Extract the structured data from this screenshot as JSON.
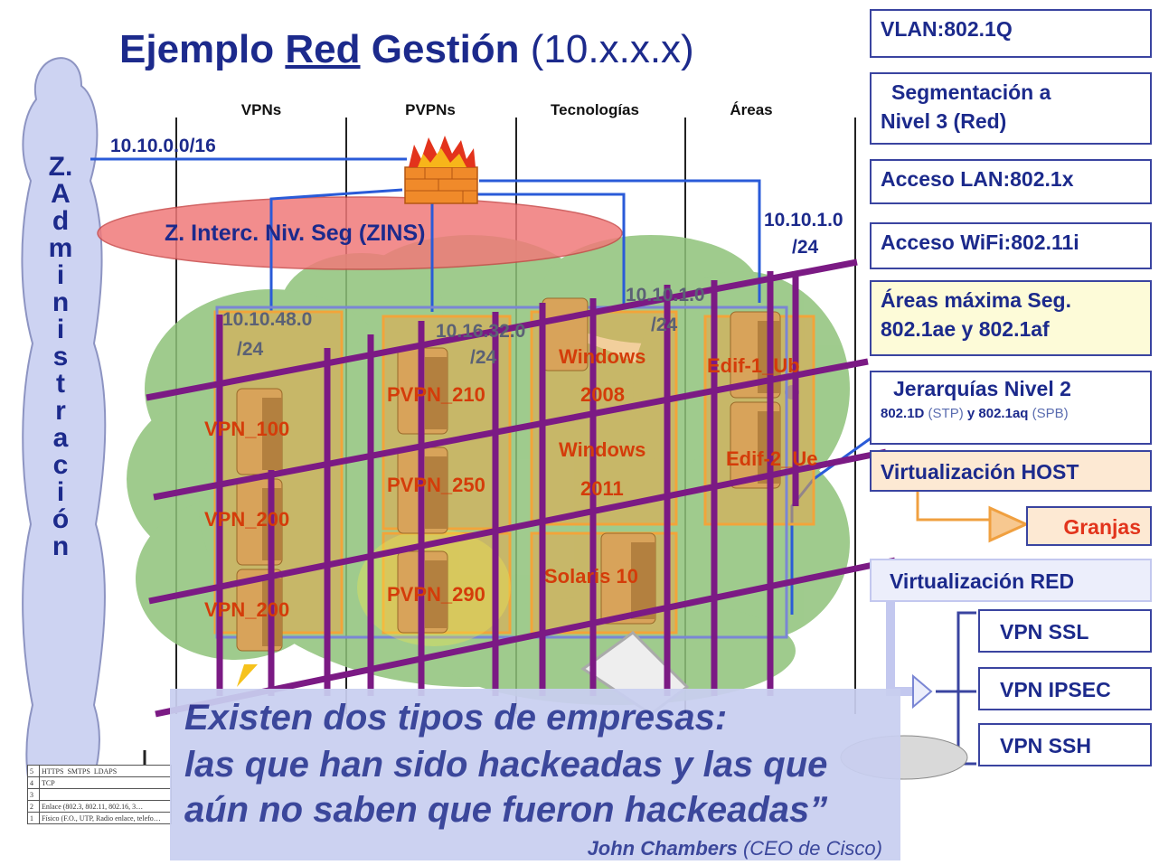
{
  "title": {
    "prefix": "Ejemplo",
    "underlined": "Red",
    "middle": "Gestión",
    "paren": "(10.x.x.x)"
  },
  "columns": [
    "VPNs",
    "PVPNs",
    "Tecnologías",
    "Áreas"
  ],
  "admin_zone": {
    "letters": [
      "Z.",
      "A",
      "d",
      "m",
      "i",
      "n",
      "i",
      "s",
      "t",
      "r",
      "a",
      "c",
      "i",
      "ó",
      "n"
    ]
  },
  "networks": {
    "main": "10.10.0.0/16",
    "zins": "Z. Interc. Niv. Seg (ZINS)",
    "areas_net_a": "10.10.1.0",
    "areas_net_b": "/24",
    "vpn_net_a": "10.10.48.0",
    "vpn_net_b": "/24",
    "pvpn_net_a": "10.16.32.0",
    "pvpn_net_b": "/24",
    "tech_net_a": "10.10.1.0",
    "tech_net_b": "/24"
  },
  "servers": [
    "VPN_100",
    "VPN_200",
    "VPN_200",
    "PVPN_210",
    "PVPN_250",
    "PVPN_290",
    "Windows",
    "2008",
    "Windows",
    "2011",
    "Solaris 10",
    "Edif-1_Ub",
    "Edif-2_Ue"
  ],
  "right_panel": {
    "vlan": "VLAN:802.1Q",
    "seg_a": "Segmentación a",
    "seg_b": "Nivel 3 (Red)",
    "lan": "Acceso LAN:802.1x",
    "wifi": "Acceso WiFi:802.11i",
    "areas_a": "Áreas máxima Seg.",
    "areas_b": "802.1ae y 802.1af",
    "jer_title": "Jerarquías Nivel 2",
    "jer_1": "802.1D",
    "jer_2": "(STP)",
    "jer_3": "y",
    "jer_4": "802.1aq",
    "jer_5": "(SPB)",
    "virt_host": "Virtualización HOST",
    "granjas": "Granjas",
    "virt_red": "Virtualización RED",
    "vpn_ssl": "VPN SSL",
    "vpn_ipsec": "VPN IPSEC",
    "vpn_ssh": "VPN SSH"
  },
  "quote": {
    "line1": "Existen dos tipos de empresas:",
    "line2": "las que han sido hackeadas y las que",
    "line3": "aún no saben que fueron hackeadas”",
    "author": "John Chambers",
    "role": "(CEO de Cisco)"
  },
  "layer_table": {
    "rows": [
      {
        "n": "5",
        "c": [
          "HTTPS",
          "SMTPS",
          "LDAPS"
        ]
      },
      {
        "n": "4",
        "c": [
          "TCP"
        ]
      },
      {
        "n": "3",
        "c": [
          ""
        ]
      },
      {
        "n": "2",
        "c": [
          "Enlace (802.3, 802.11, 802.16, 3…"
        ]
      },
      {
        "n": "1",
        "c": [
          "Físico (F.O., UTP, Radio enlace, telefo…"
        ]
      }
    ]
  },
  "colors": {
    "title": "#1c2a8c",
    "server_label": "#d43c0a",
    "grid": "#7b1a84",
    "box_border": "#3a44a0",
    "cloud": "#8fc27a",
    "zins": "#f07a7a"
  }
}
